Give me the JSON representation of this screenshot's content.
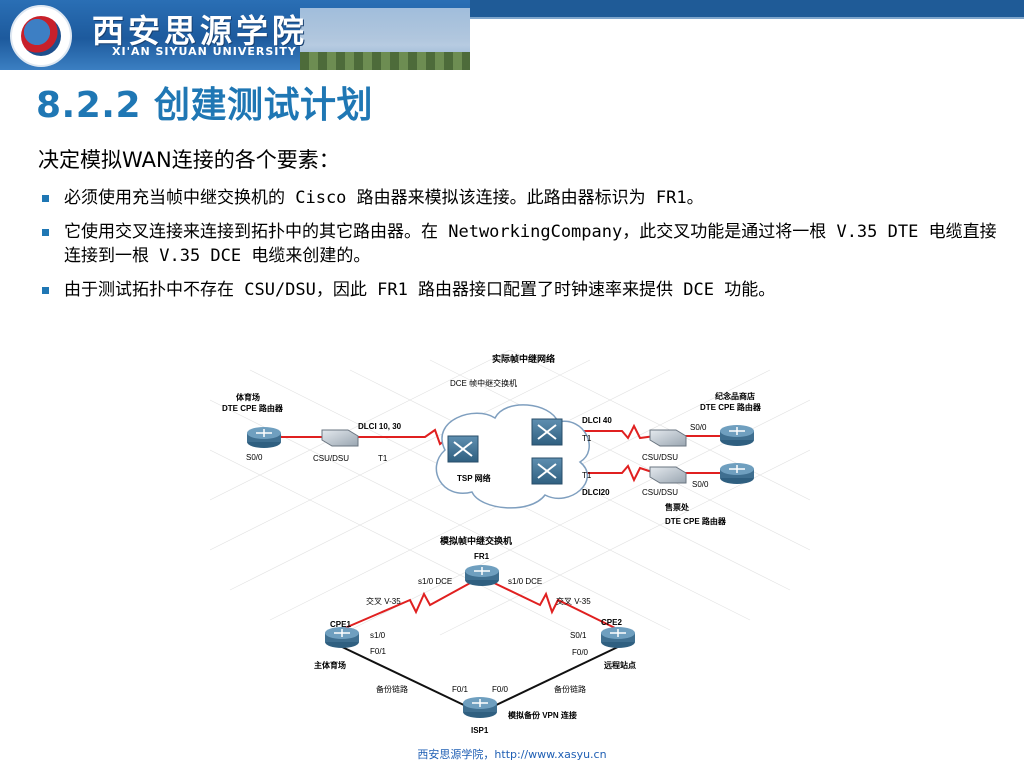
{
  "header": {
    "university_cn": "西安思源学院",
    "university_en": "XI'AN SIYUAN UNIVERSITY"
  },
  "slide": {
    "title": "8.2.2 创建测试计划",
    "intro": "决定模拟WAN连接的各个要素：",
    "bullets": [
      "必须使用充当帧中继交换机的 Cisco 路由器来模拟该连接。此路由器标识为 FR1。",
      "它使用交叉连接来连接到拓扑中的其它路由器。在 NetworkingCompany，此交叉功能是通过将一根 V.35 DTE 电缆直接连接到一根 V.35 DCE 电缆来创建的。",
      "由于测试拓扑中不存在 CSU/DSU，因此 FR1 路由器接口配置了时钟速率来提供 DCE 功能。"
    ]
  },
  "diagram": {
    "top": {
      "title": "实际帧中继网络",
      "subtitle": "DCE 帧中继交换机",
      "left_site": "体育场",
      "left_site_device": "DTE CPE 路由器",
      "left_port": "S0/0",
      "left_csu": "CSU/DSU",
      "left_link": "DLCI 10, 30",
      "left_t1": "T1",
      "cloud_label": "TSP 网络",
      "dlci_upper": "DLCI 40",
      "t1_upper": "T1",
      "t1_lower": "T1",
      "dlci_lower": "DLCI20",
      "right_top_site": "纪念品商店",
      "right_top_device": "DTE CPE 路由器",
      "right_top_port": "S0/0",
      "right_top_csu": "CSU/DSU",
      "right_bottom_csu": "CSU/DSU",
      "right_bottom_port": "S0/0",
      "right_bottom_site": "售票处",
      "right_bottom_device": "DTE CPE 路由器"
    },
    "bottom": {
      "title": "模拟帧中继交换机",
      "fr1": "FR1",
      "fr1_left_port": "s1/0 DCE",
      "fr1_right_port": "s1/0 DCE",
      "cross_left": "交叉 V-35",
      "cross_right": "交叉 V-35",
      "cpe1": "CPE1",
      "cpe1_serial": "s1/0",
      "cpe1_eth": "F0/1",
      "cpe1_site": "主体育场",
      "cpe2": "CPE2",
      "cpe2_serial": "S0/1",
      "cpe2_eth": "F0/0",
      "cpe2_site": "远程站点",
      "backup_left": "备份链路",
      "backup_right": "备份链路",
      "isp_left_port": "F0/1",
      "isp_right_port": "F0/0",
      "isp_label": "模拟备份 VPN 连接",
      "isp1": "ISP1"
    }
  },
  "footer": {
    "text": "西安思源学院，http://www.xasyu.cn"
  }
}
